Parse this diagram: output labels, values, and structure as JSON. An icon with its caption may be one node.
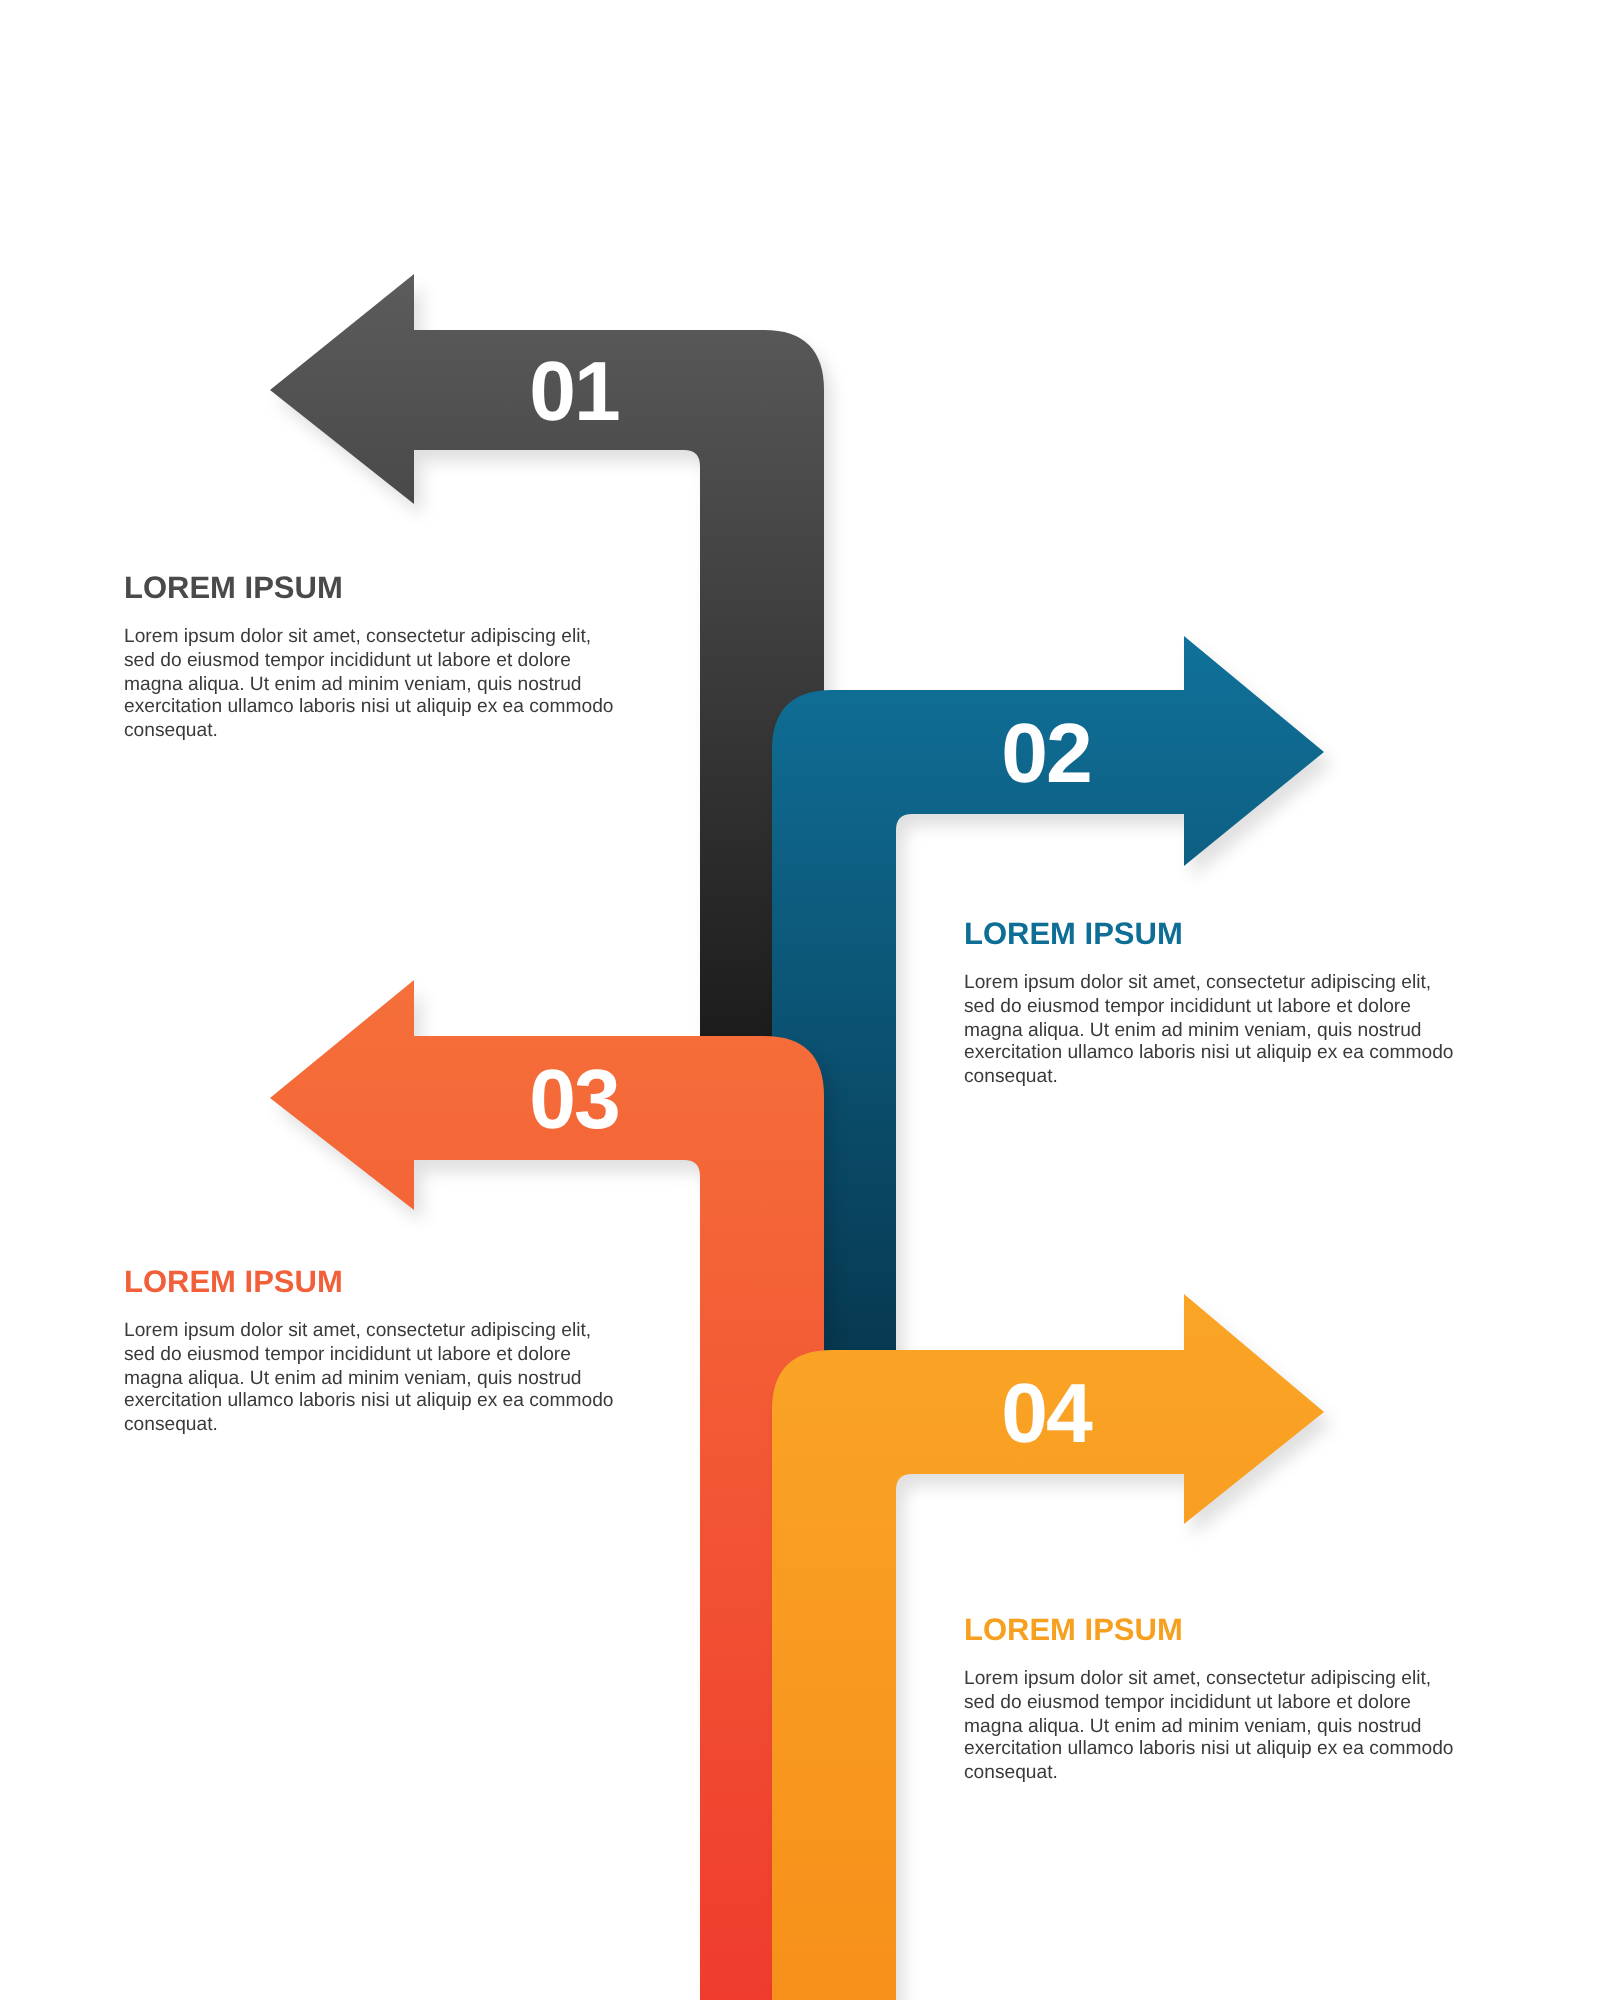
{
  "diagram": {
    "nodes": [
      {
        "text": [
          "01"
        ],
        "beside": [
          "LOREM IPSUM",
          "Lorem ipsum dolor sit amet, consectetur adipiscing elit, sed do eiusmod tempor incididunt ut labore et dolore magna aliqua. Ut enim ad minim veniam, quis nostrud exercitation ullamco laboris nisi ut aliquip ex ea commodo consequat."
        ]
      },
      {
        "text": [
          "02"
        ],
        "beside": [
          "LOREM IPSUM",
          "Lorem ipsum dolor sit amet, consectetur adipiscing elit, sed do eiusmod tempor incididunt ut labore et dolore magna aliqua. Ut enim ad minim veniam, quis nostrud exercitation ullamco laboris nisi ut aliquip ex ea commodo consequat."
        ]
      },
      {
        "text": [
          "03"
        ],
        "beside": [
          "LOREM IPSUM",
          "Lorem ipsum dolor sit amet, consectetur adipiscing elit, sed do eiusmod tempor incididunt ut labore et dolore magna aliqua. Ut enim ad minim veniam, quis nostrud exercitation ullamco laboris nisi ut aliquip ex ea commodo consequat."
        ]
      },
      {
        "text": [
          "04"
        ],
        "beside": [
          "LOREM IPSUM",
          "Lorem ipsum dolor sit amet, consectetur adipiscing elit, sed do eiusmod tempor incididunt ut labore et dolore magna aliqua. Ut enim ad minim veniam, quis nostrud exercitation ullamco laboris nisi ut aliquip ex ea commodo consequat."
        ]
      }
    ]
  }
}
